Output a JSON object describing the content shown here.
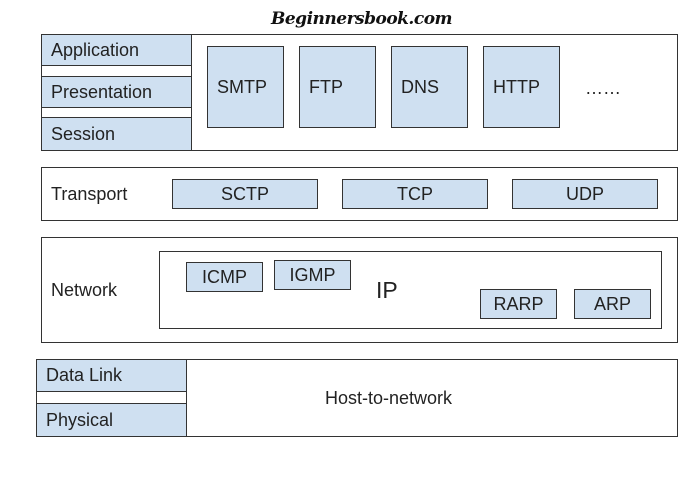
{
  "watermark": "Beginnersbook.com",
  "colors": {
    "box_fill": "#cfe0f1",
    "border": "#333333",
    "background": "#ffffff"
  },
  "application_group": {
    "layers": [
      "Application",
      "Presentation",
      "Session"
    ],
    "protocols": [
      "SMTP",
      "FTP",
      "DNS",
      "HTTP"
    ],
    "more": "……"
  },
  "transport": {
    "label": "Transport",
    "protocols": [
      "SCTP",
      "TCP",
      "UDP"
    ]
  },
  "network": {
    "label": "Network",
    "center": "IP",
    "protocols": [
      "ICMP",
      "IGMP",
      "RARP",
      "ARP"
    ]
  },
  "host_group": {
    "layers": [
      "Data Link",
      "Physical"
    ],
    "label": "Host-to-network"
  }
}
